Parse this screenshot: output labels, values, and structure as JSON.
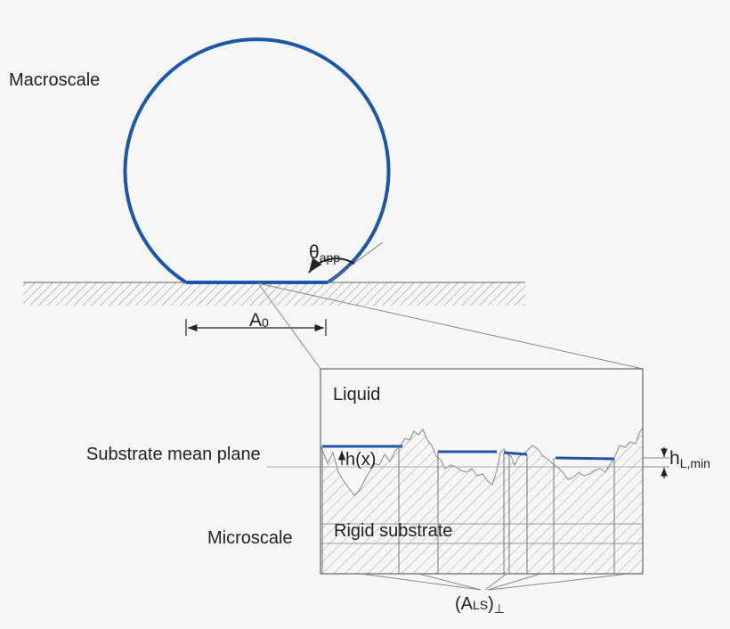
{
  "labels": {
    "macroscale": "Macroscale",
    "theta": "θ",
    "theta_sub": "app",
    "a0": "A",
    "a0_sub": "0",
    "liquid": "Liquid",
    "substrate_mean_plane": "Substrate mean plane",
    "hx": "h(x)",
    "h": "h",
    "h_sub": "L,min",
    "microscale": "Microscale",
    "rigid_substrate": "Rigid substrate",
    "als_open": "(A",
    "als_sub": "LS",
    "als_close": ")",
    "perp": "⊥"
  },
  "colors": {
    "droplet": "#1c56a8",
    "lines": "#555555",
    "hatch": "#888888",
    "text": "#222222"
  }
}
